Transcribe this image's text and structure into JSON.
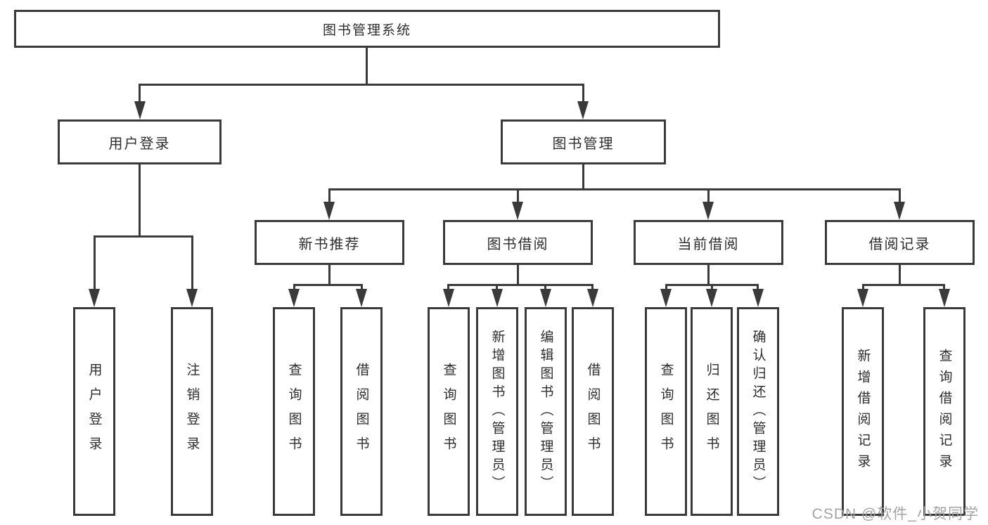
{
  "colors": {
    "line": "#3a3a3a",
    "text": "#2d2d2d",
    "background": "#ffffff",
    "watermark": "#a3a3a3"
  },
  "watermark": "CSDN @软件_小贺同学",
  "tree": {
    "label": "图书管理系统",
    "children": [
      {
        "label": "用户登录",
        "children": [
          {
            "label": "用户登录"
          },
          {
            "label": "注销登录"
          }
        ]
      },
      {
        "label": "图书管理",
        "children": [
          {
            "label": "新书推荐",
            "children": [
              {
                "label": "查询图书"
              },
              {
                "label": "借阅图书"
              }
            ]
          },
          {
            "label": "图书借阅",
            "children": [
              {
                "label": "查询图书"
              },
              {
                "label": "新增图书（管理员）"
              },
              {
                "label": "编辑图书（管理员）"
              },
              {
                "label": "借阅图书"
              }
            ]
          },
          {
            "label": "当前借阅",
            "children": [
              {
                "label": "查询图书"
              },
              {
                "label": "归还图书"
              },
              {
                "label": "确认归还（管理员）"
              }
            ]
          },
          {
            "label": "借阅记录",
            "children": [
              {
                "label": "新增借阅记录"
              },
              {
                "label": "查询借阅记录"
              }
            ]
          }
        ]
      }
    ]
  }
}
